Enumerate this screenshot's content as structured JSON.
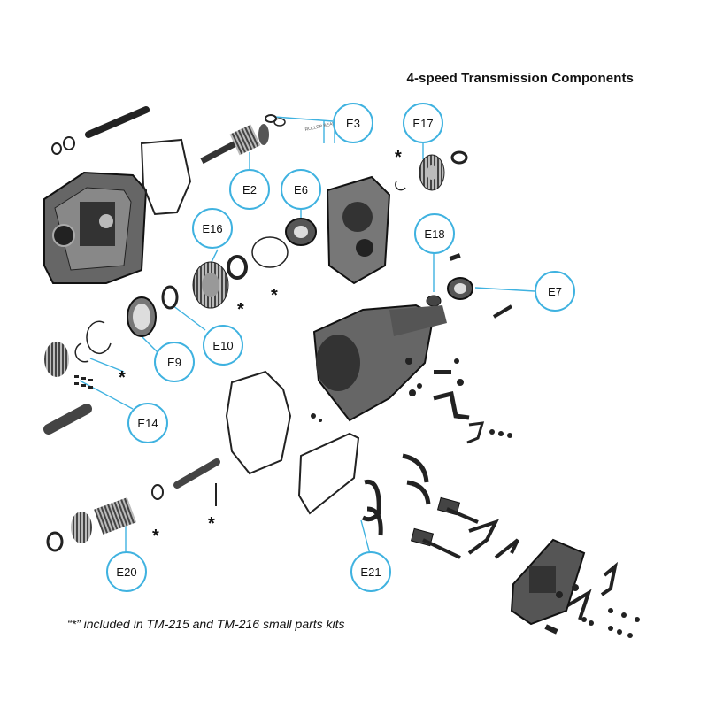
{
  "title": "4-speed Transmission Components",
  "footnote": "“*” included in TM-215 and TM-216 small parts kits",
  "accent_color": "#3fb2e0",
  "callouts": {
    "e3": "E3",
    "e17": "E17",
    "e2": "E2",
    "e6": "E6",
    "e16": "E16",
    "e18": "E18",
    "e7": "E7",
    "e10": "E10",
    "e9": "E9",
    "e14": "E14",
    "e20": "E20",
    "e21": "E21"
  },
  "star_symbol": "*"
}
